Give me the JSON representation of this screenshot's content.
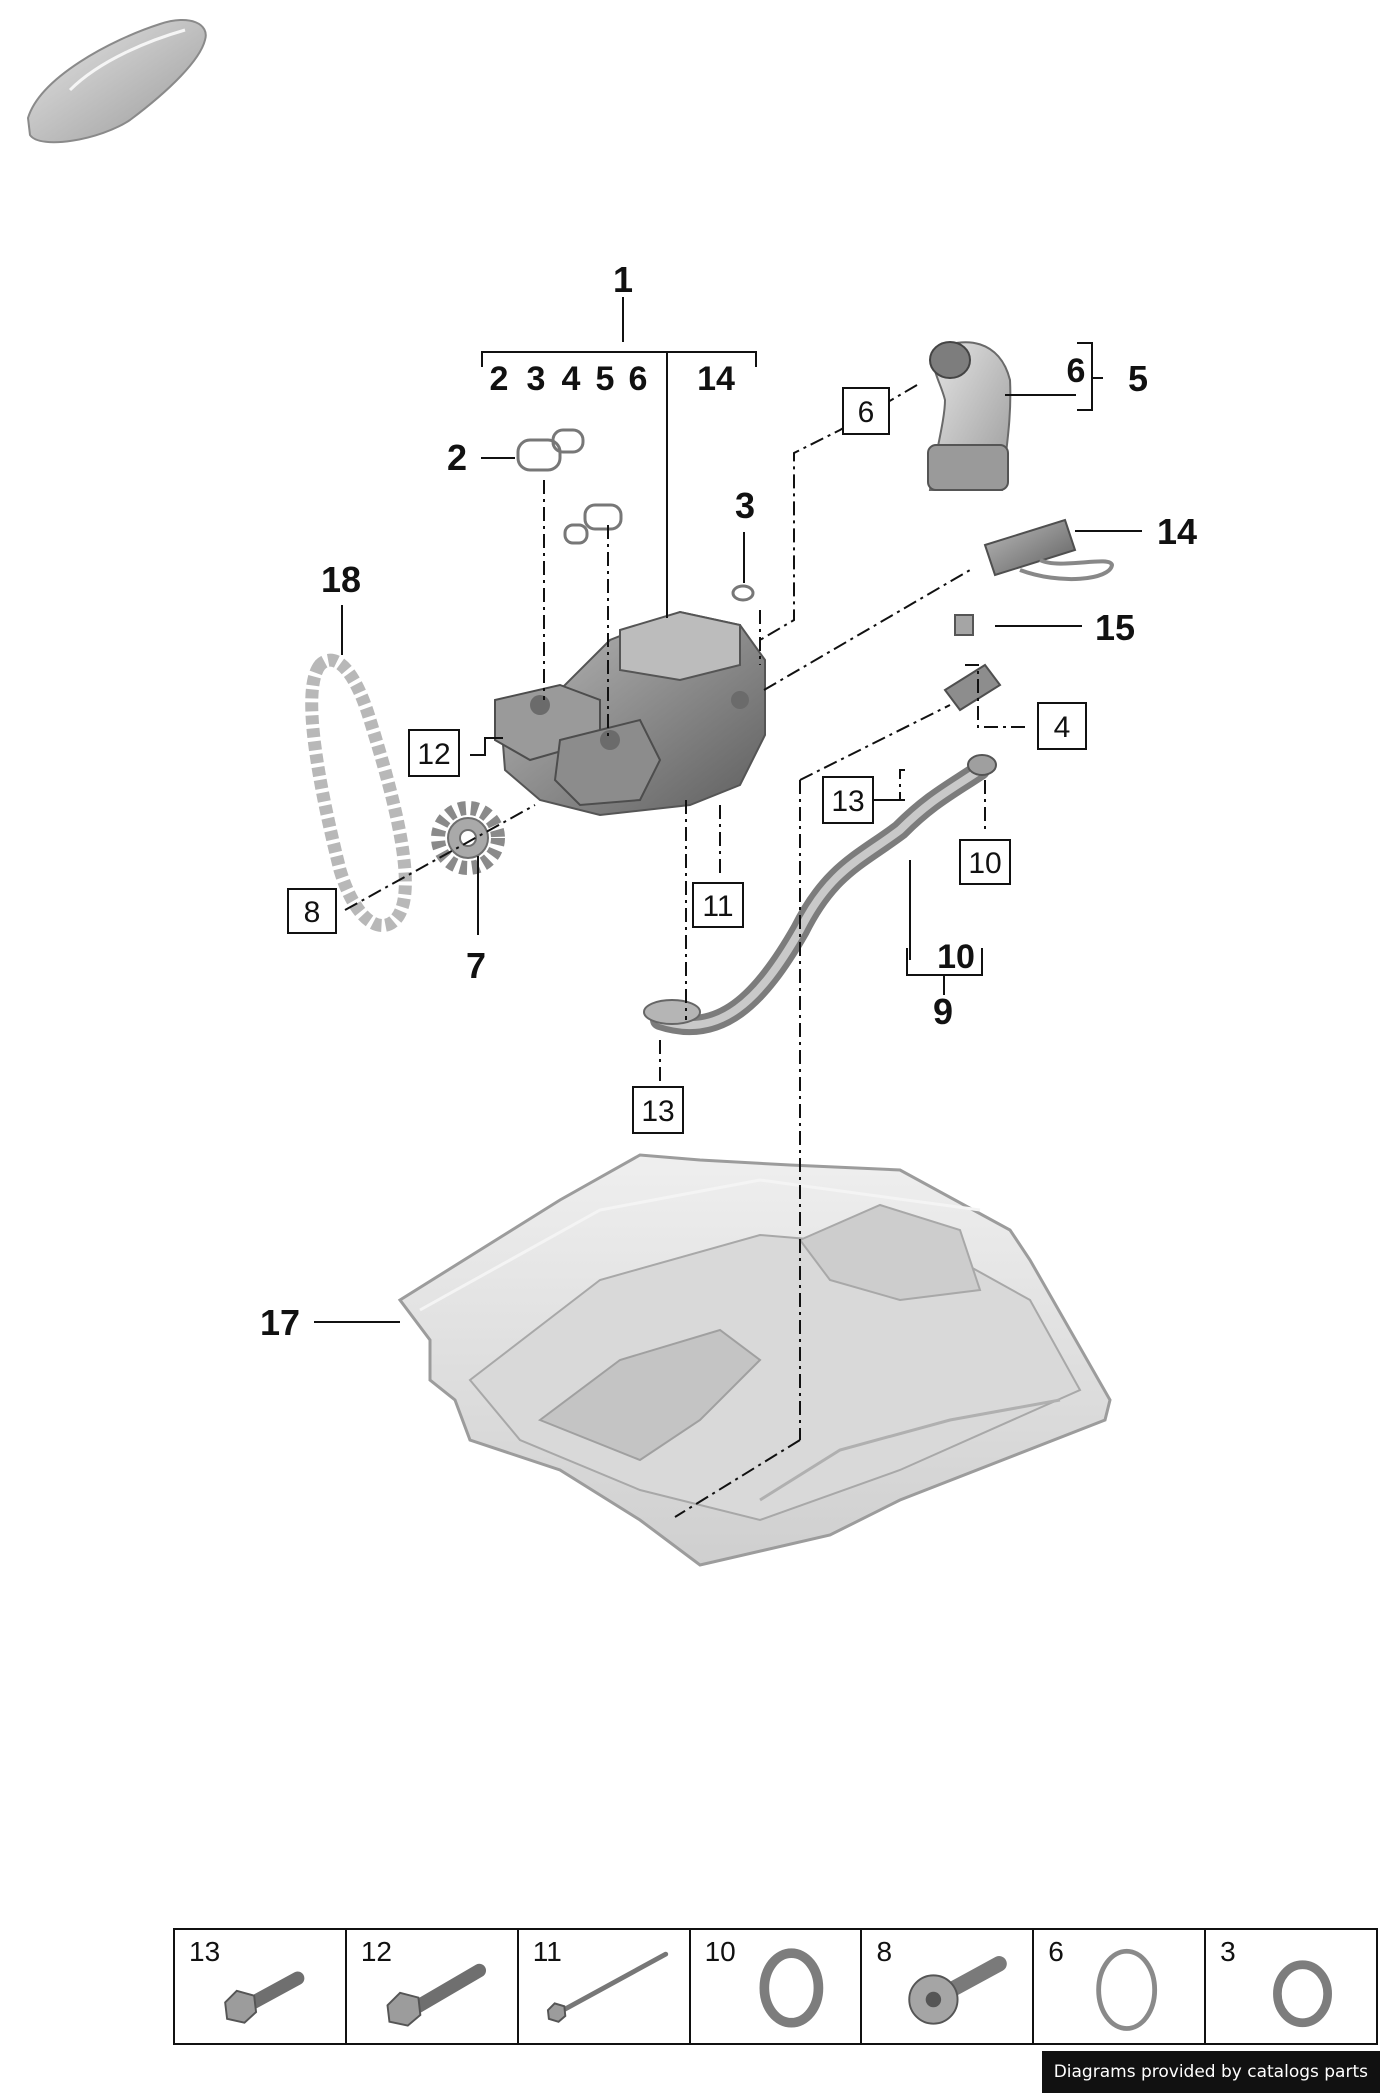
{
  "callouts": {
    "c1": "1",
    "c1_sub": [
      "2",
      "3",
      "4",
      "5",
      "6",
      "14"
    ],
    "c2": "2",
    "c3": "3",
    "c5_sub": "6",
    "c5": "5",
    "c7": "7",
    "c9_sub": "10",
    "c9": "9",
    "c14": "14",
    "c15": "15",
    "c17": "17",
    "c18": "18"
  },
  "boxed_labels": {
    "b4": "4",
    "b6": "6",
    "b8": "8",
    "b10": "10",
    "b11": "11",
    "b12": "12",
    "b13a": "13",
    "b13b": "13"
  },
  "legend": [
    {
      "label": "13",
      "icon": "hex-flange-bolt-icon"
    },
    {
      "label": "12",
      "icon": "hex-flange-bolt-icon"
    },
    {
      "label": "11",
      "icon": "long-bolt-icon"
    },
    {
      "label": "10",
      "icon": "seal-ring-icon"
    },
    {
      "label": "8",
      "icon": "torx-bolt-icon"
    },
    {
      "label": "6",
      "icon": "seal-ring-icon"
    },
    {
      "label": "3",
      "icon": "seal-ring-icon"
    }
  ],
  "credit": "Diagrams provided by catalogs parts"
}
